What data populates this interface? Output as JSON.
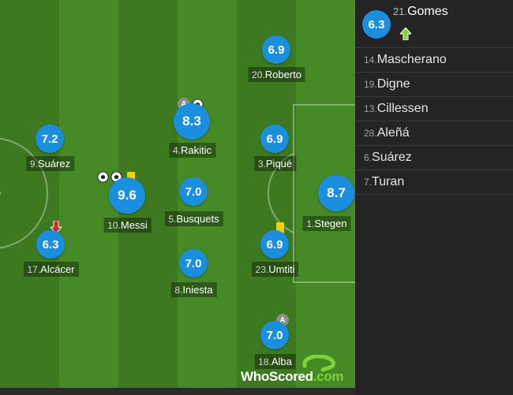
{
  "pitch": {
    "players": [
      {
        "id": "roberto",
        "number": "20.",
        "name": "Roberto",
        "rating": "6.9"
      },
      {
        "id": "rakitic",
        "number": "4.",
        "name": "Rakitic",
        "rating": "8.3"
      },
      {
        "id": "suarez",
        "number": "9.",
        "name": "Suárez",
        "rating": "7.2"
      },
      {
        "id": "pique",
        "number": "3.",
        "name": "Piqué",
        "rating": "6.9"
      },
      {
        "id": "messi",
        "number": "10.",
        "name": "Messi",
        "rating": "9.6"
      },
      {
        "id": "busquets",
        "number": "5.",
        "name": "Busquets",
        "rating": "7.0"
      },
      {
        "id": "stegen",
        "number": "1.",
        "name": "Stegen",
        "rating": "8.7"
      },
      {
        "id": "alcacer",
        "number": "17.",
        "name": "Alcácer",
        "rating": "6.3"
      },
      {
        "id": "umtiti",
        "number": "23.",
        "name": "Umtiti",
        "rating": "6.9"
      },
      {
        "id": "iniesta",
        "number": "8.",
        "name": "Iniesta",
        "rating": "7.0"
      },
      {
        "id": "alba",
        "number": "18.",
        "name": "Alba",
        "rating": "7.0"
      }
    ],
    "captain_letter": "A"
  },
  "substitute_in": {
    "number": "21.",
    "name": "Gomes",
    "rating": "6.3"
  },
  "bench": [
    {
      "number": "14.",
      "name": "Mascherano"
    },
    {
      "number": "19.",
      "name": "Digne"
    },
    {
      "number": "13.",
      "name": "Cillessen"
    },
    {
      "number": "28.",
      "name": "Aleñá"
    },
    {
      "number": "6.",
      "name": "Suárez"
    },
    {
      "number": "7.",
      "name": "Turan"
    }
  ],
  "brand": {
    "name": "WhoScored",
    "domain": ".com"
  },
  "colors": {
    "rating_bubble": "#1a8fe0",
    "yellow_card": "#f1d10a",
    "sub_up_arrow": "#7fd23b",
    "sub_down_arrow": "#d9231d"
  }
}
